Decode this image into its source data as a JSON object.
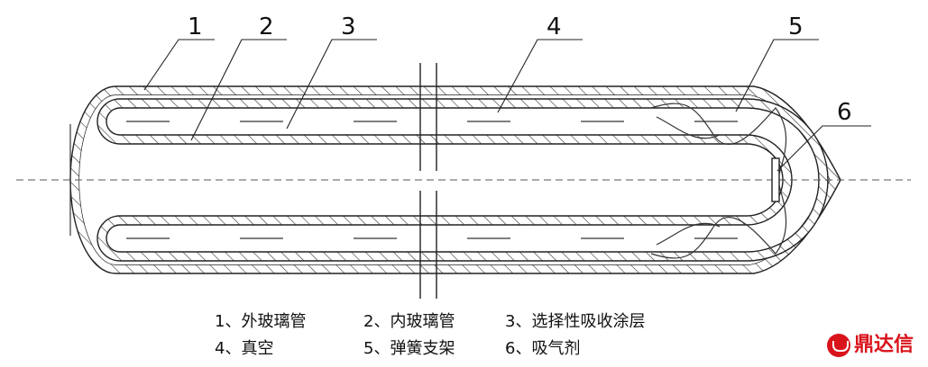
{
  "labels": [
    "1",
    "2",
    "3",
    "4",
    "5",
    "6"
  ],
  "legend": {
    "row1": [
      "1、外玻璃管",
      "2、内玻璃管",
      "3、选择性吸收涂层"
    ],
    "row2": [
      "4、真空",
      "5、弹簧支架",
      "6、吸气剂"
    ]
  },
  "brand": {
    "text": "鼎达信",
    "color": "#d9141b"
  }
}
